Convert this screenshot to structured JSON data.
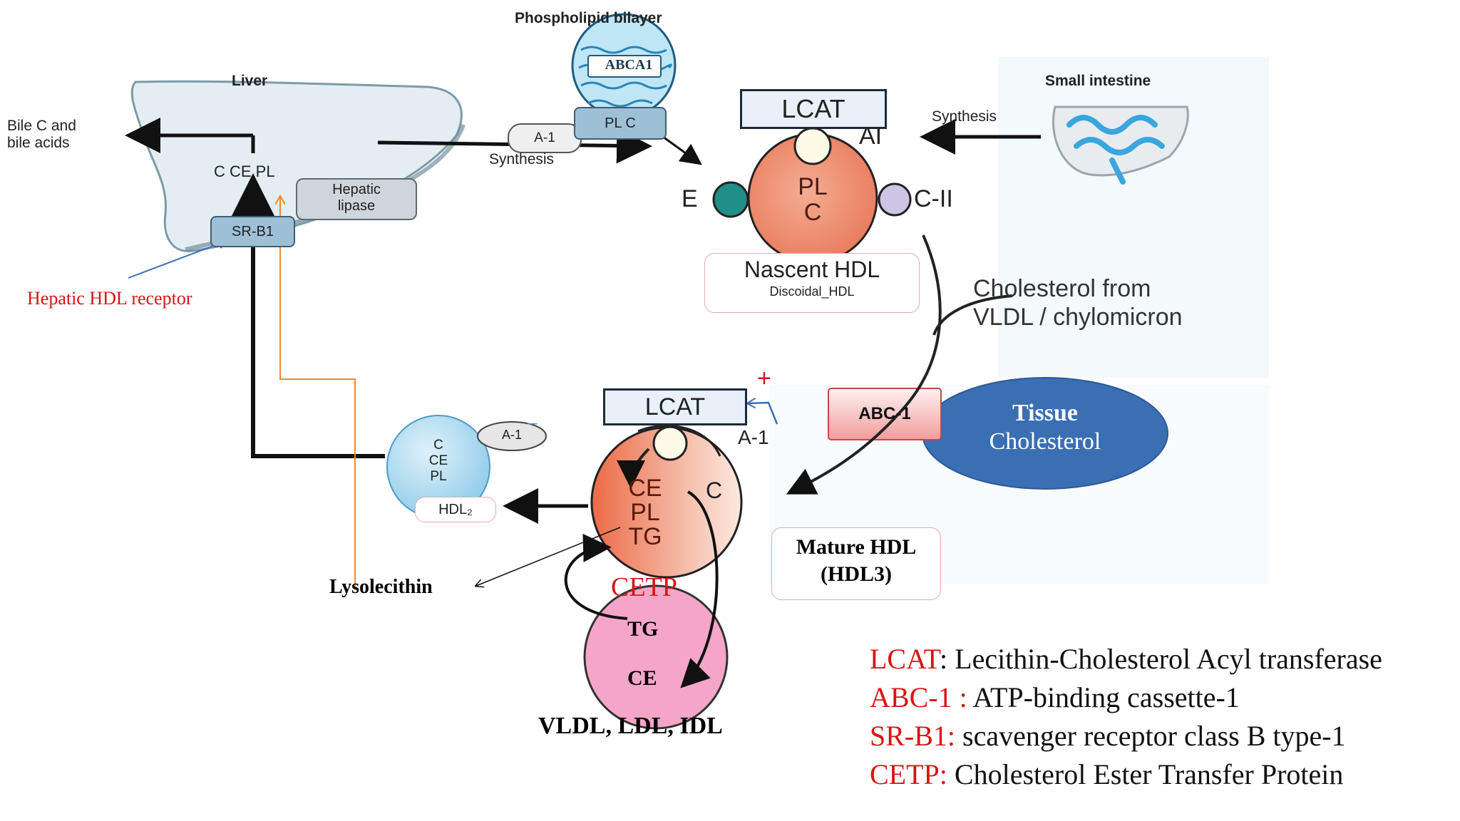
{
  "title": "Phospholipid bilayer",
  "transporter": "ABCA1",
  "liver": {
    "title": "Liver",
    "bile": "Bile C and\nbile acids",
    "contents": "C CE PL",
    "receptor": "SR-B1",
    "lipase": "Hepatic\nlipase",
    "receptor_note": "Hepatic HDL receptor"
  },
  "synthesis_top": {
    "apo": "A-1",
    "plc": "PL C",
    "label": "Synthesis"
  },
  "intestine": {
    "title": "Small intestine",
    "synthesis": "Synthesis"
  },
  "nascent": {
    "lcat": "LCAT",
    "ai": "AI",
    "e": "E",
    "cii": "C-II",
    "core": "PL\nC",
    "name": "Nascent HDL",
    "sub": "Discoidal_HDL"
  },
  "cholesterol_source": "Cholesterol from\nVLDL / chylomicron",
  "abc1": "ABC-1",
  "tissue": {
    "line1": "Tissue",
    "line2": "Cholesterol"
  },
  "mature": {
    "lcat": "LCAT",
    "plus": "+",
    "a1": "A-1",
    "c": "C",
    "core": "CE\nPL\nTG",
    "name": "Mature HDL\n(HDL3)"
  },
  "hdl2": {
    "core": "C\nCE\nPL",
    "apo": "A-1",
    "name": "HDL₂",
    "dash": "–"
  },
  "lysolecithin": "Lysolecithin",
  "cetp": "CETP",
  "vldl": {
    "tg": "TG",
    "ce": "CE",
    "name": "VLDL, LDL, IDL"
  },
  "legend": [
    {
      "abbr": "LCAT",
      "sep": ": ",
      "desc": "Lecithin-Cholesterol Acyl transferase"
    },
    {
      "abbr": "ABC-1 :",
      "sep": " ",
      "desc": "ATP-binding cassette-1"
    },
    {
      "abbr": "SR-B1:",
      "sep": " ",
      "desc": "scavenger receptor class B type-1"
    },
    {
      "abbr": "CETP:",
      "sep": " ",
      "desc": "Cholesterol Ester Transfer Protein"
    }
  ],
  "colors": {
    "accent_red": "#d91414",
    "tissue_blue": "#3a6fb4",
    "abc_red": "#f3b8b8",
    "lipo_orange": "#ee8a6a",
    "vldl_pink": "#f5a6c8"
  }
}
